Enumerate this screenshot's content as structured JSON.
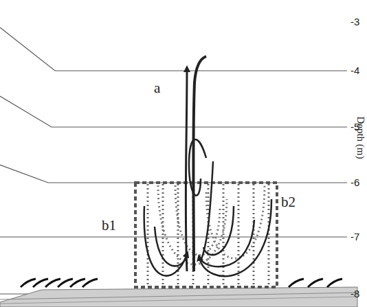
{
  "diagram": {
    "labels": [
      "-3",
      "-4",
      "-5",
      "-6",
      "-7",
      "-8",
      "Depth (m)",
      "a",
      "b1",
      "b2"
    ]
  }
}
